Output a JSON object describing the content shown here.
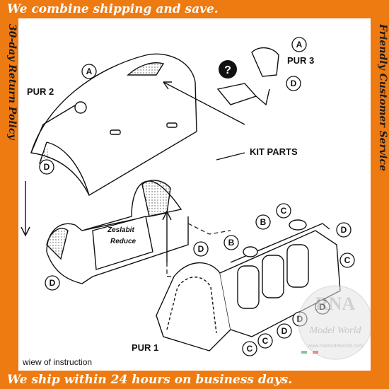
{
  "banner_top": "We combine shipping and save.",
  "banner_bottom": "We ship within 24 hours on business days.",
  "side_left": "30-day Return Policy",
  "side_right": "Friendly Customer Service",
  "diagram": {
    "labels": {
      "pur2": "PUR 2",
      "pur3": "PUR 3",
      "pur1": "PUR 1",
      "kit_parts": "KIT PARTS",
      "zeslabit": "Zeslabit",
      "reduce": "Reduce",
      "caption": "wiew of instruction",
      "question": "?"
    },
    "callouts": {
      "a": "A",
      "b": "B",
      "c": "C",
      "d": "D"
    }
  },
  "watermark": {
    "line1": "RNA",
    "line2": "Model World",
    "line3": "www.rnamodelworld.com"
  },
  "colors": {
    "banner": "#ee7a12",
    "banner_text": "#ffffff",
    "side_text": "#1a1a1a",
    "ink": "#111111"
  }
}
